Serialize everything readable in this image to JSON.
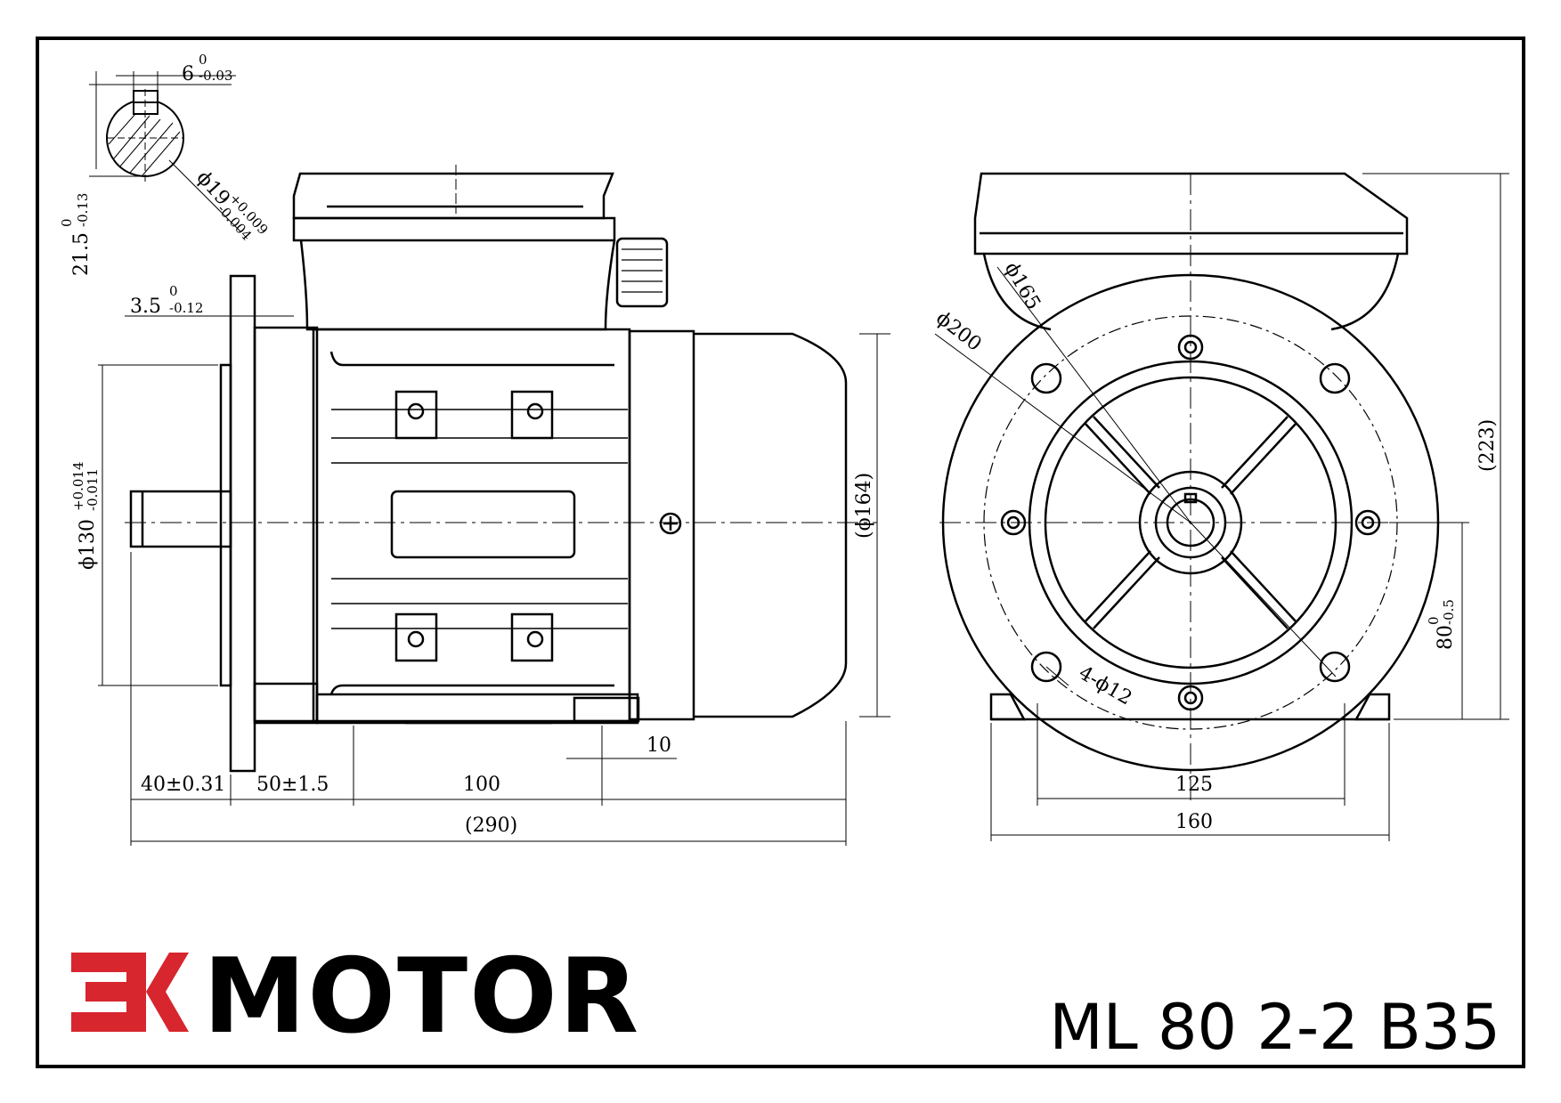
{
  "brand": {
    "logo_mark": "EK",
    "logo_word": "MOTOR",
    "logo_color": "#d7262e",
    "text_color": "#222222"
  },
  "model": "ML 80 2-2 B35",
  "dimensions": {
    "key_width": "6",
    "key_width_tol_upper": "0",
    "key_width_tol_lower": "-0.03",
    "key_height": "21.5",
    "key_height_tol_upper": "0",
    "key_height_tol_lower": "-0.13",
    "shaft_dia": "ϕ19",
    "shaft_dia_tol_upper": "+0.009",
    "shaft_dia_tol_lower": "-0.004",
    "flange_thk": "3.5",
    "flange_thk_tol_upper": "0",
    "flange_thk_tol_lower": "-0.12",
    "spigot_dia": "ϕ130",
    "spigot_dia_tol_upper": "+0.014",
    "spigot_dia_tol_lower": "-0.011",
    "body_dia": "(ϕ164)",
    "shaft_len": "40±0.31",
    "flange_to_foot": "50±1.5",
    "foot_holes": "100",
    "foot_width": "10",
    "overall_len": "(290)",
    "pcd_165": "ϕ165",
    "flange_200": "ϕ200",
    "holes": "4-ϕ12",
    "height_total": "(223)",
    "shaft_height": "80",
    "shaft_height_tol_upper": "0",
    "shaft_height_tol_lower": "-0.5",
    "foot_125": "125",
    "foot_160": "160"
  }
}
